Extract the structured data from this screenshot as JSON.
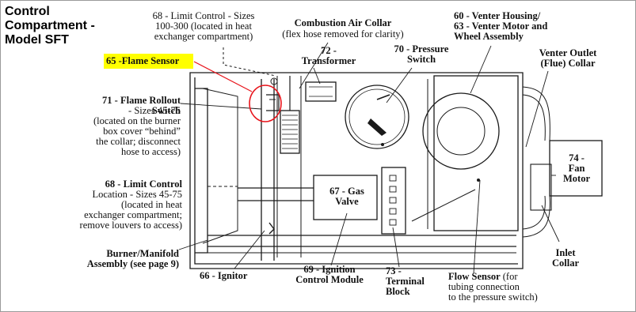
{
  "title": "Control\nCompartment -\nModel SFT",
  "labels": {
    "flame_sensor": "65 -Flame Sensor",
    "limit_control_heat": "68 - Limit Control - Sizes\n100-300 (located in heat\nexchanger compartment)",
    "combustion_air_collar_bold": "Combustion Air Collar",
    "combustion_air_collar_note": "(flex hose removed for clarity)",
    "transformer": "72 -\nTransformer",
    "pressure_switch": "70 - Pressure\nSwitch",
    "venter_housing": "60 - Venter Housing/\n63 - Venter Motor and\nWheel Assembly",
    "venter_outlet": "Venter Outlet\n(Flue) Collar",
    "flame_rollout_bold": "71 - Flame Rollout\nSwitch",
    "flame_rollout_note": " - Sizes 45-75\n(located on the burner\nbox cover “behind”\nthe collar; disconnect\nhose to access)",
    "limit_control_location_bold": "68 - Limit Control",
    "limit_control_location_note": "Location - Sizes 45-75\n(located in heat\nexchanger compartment;\nremove louvers to access)",
    "fan_motor": "74 -\nFan\nMotor",
    "gas_valve": "67 - Gas\nValve",
    "burner_manifold": "Burner/Manifold\nAssembly (see page 9)",
    "ignitor": "66 - Ignitor",
    "ignition_control": "69 - Ignition\nControl Module",
    "terminal_block": "73 -\nTerminal\nBlock",
    "flow_sensor_bold": "Flow Sensor",
    "flow_sensor_note": " (for\ntubing connection\nto the pressure switch)",
    "inlet_collar": "Inlet\nCollar"
  },
  "colors": {
    "highlight": "#ffff00",
    "callout_circle": "#e8141b",
    "line": "#1a1a1a"
  }
}
